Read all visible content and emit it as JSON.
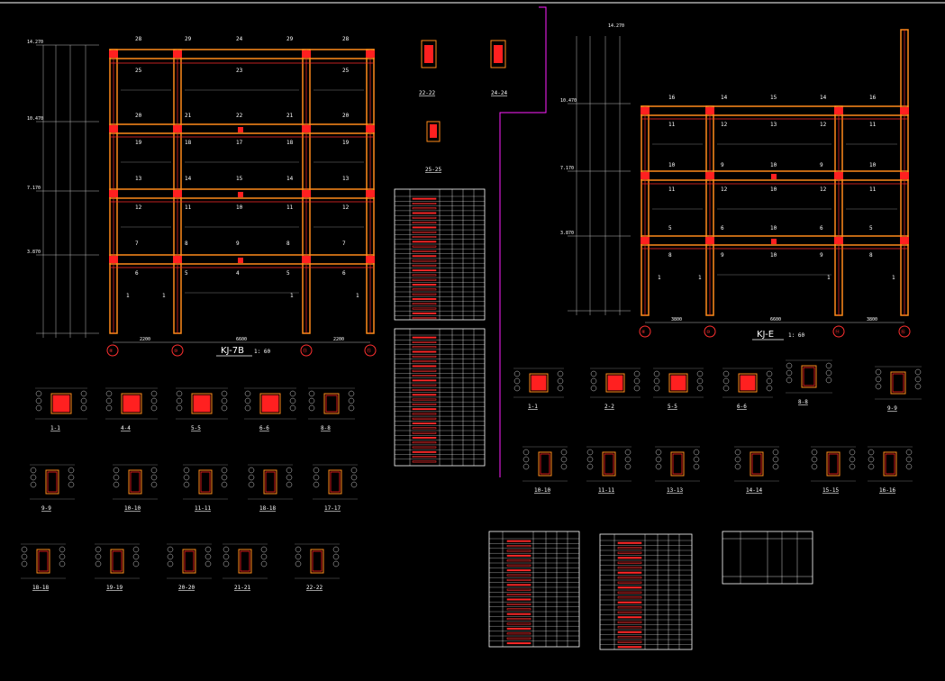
{
  "frame_left": {
    "title": "KJ-7B",
    "scale": "1: 60",
    "axes": [
      "⑧",
      "⑩",
      "⑬",
      "⑮"
    ],
    "elevations": [
      "14.270",
      "10.470",
      "7.170",
      "3.870"
    ],
    "bottom_dims": [
      "2200",
      "6600",
      "2200"
    ]
  },
  "frame_right": {
    "title": "KJ-E",
    "scale": "1: 60",
    "axes": [
      "⑧",
      "⑩",
      "⑭",
      "⑯"
    ],
    "elevations": [
      "14.270",
      "10.470",
      "7.170",
      "3.870"
    ],
    "bottom_dims": [
      "3800",
      "6600",
      "3800"
    ]
  },
  "sections_left": [
    "1-1",
    "4-4",
    "5-5",
    "6-6",
    "8-8",
    "9-9",
    "10-10",
    "11-11",
    "18-18",
    "17-17",
    "18-18",
    "19-19",
    "20-20",
    "21-21",
    "22-22"
  ],
  "sections_top": [
    "22-22",
    "24-24",
    "25-25"
  ],
  "sections_right": [
    "1-1",
    "2-2",
    "5-5",
    "6-6",
    "8-8",
    "9-9",
    "10-10",
    "11-11",
    "13-13",
    "14-14",
    "15-15",
    "16-16"
  ]
}
